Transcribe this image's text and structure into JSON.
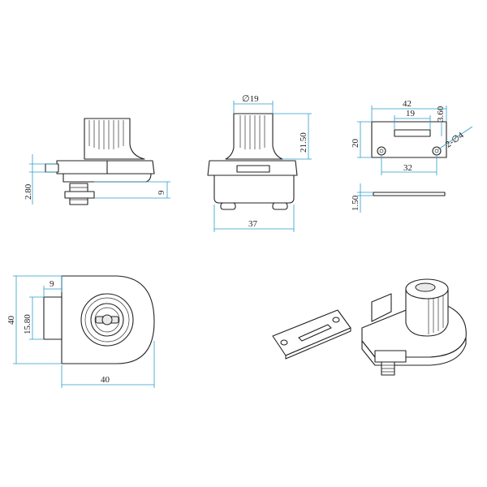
{
  "colors": {
    "outline": "#222222",
    "dimension": "#2a9ec9",
    "background": "#ffffff"
  },
  "dimensions": {
    "side_offset": "2.80",
    "side_gap": "9",
    "front_knob_diameter": "∅19",
    "front_height": "21.50",
    "front_width": "37",
    "plate_width": "42",
    "plate_slot": "19",
    "plate_edge": "3.60",
    "plate_height": "20",
    "plate_hole": "2-∅4",
    "plate_hole_span": "32",
    "plate_thickness": "1.50",
    "top_offset": "9",
    "top_height": "40",
    "top_lip": "15.80",
    "top_width": "40"
  }
}
